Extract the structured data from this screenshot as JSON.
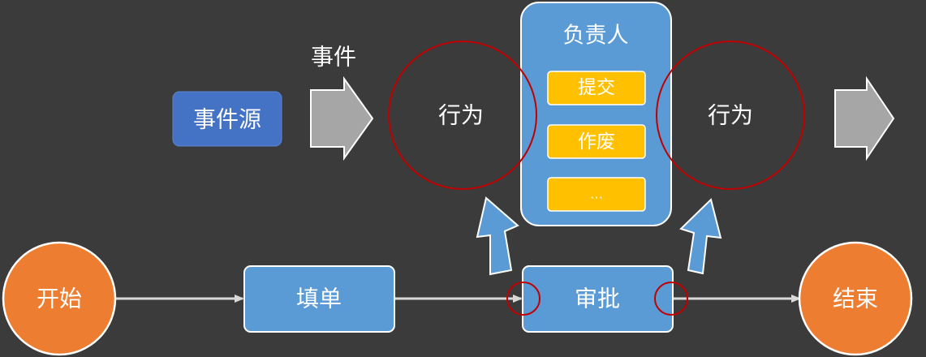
{
  "event_label": "事件",
  "event_source": {
    "label": "事件源"
  },
  "behavior_left": {
    "label": "行为"
  },
  "behavior_right": {
    "label": "行为"
  },
  "responsible": {
    "title": "负责人",
    "actions": [
      {
        "label": "提交"
      },
      {
        "label": "作废"
      },
      {
        "label": "…"
      }
    ]
  },
  "flow": {
    "start": "开始",
    "fill_form": "填单",
    "approve": "审批",
    "end": "结束"
  },
  "colors": {
    "background": "#3b3b3b",
    "blue_box": "#5b9bd5",
    "dark_blue_box": "#4472c4",
    "orange": "#ed7d31",
    "yellow": "#ffc000",
    "gray_arrow": "#a6a6a6",
    "red_ring": "#c00000",
    "line": "#d9d9d9"
  }
}
